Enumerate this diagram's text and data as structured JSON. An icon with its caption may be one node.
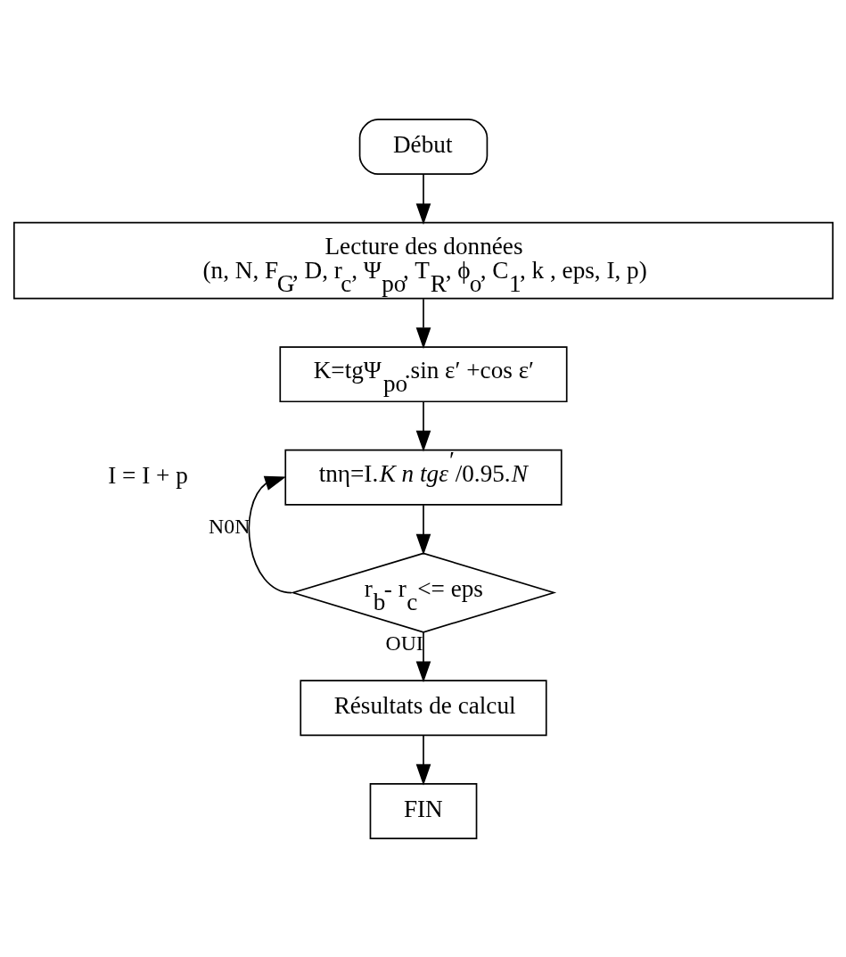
{
  "diagram": {
    "nodes": [
      {
        "text": [
          "Début"
        ]
      },
      {
        "text": [
          "Lecture des données",
          "(n, N, F$_{G}$, D, r$_{c}$, Ψ$_{po}$, T$_{R}$, ϕ$_{o}$, C$_{1}$, k , eps, I, p)"
        ]
      },
      {
        "text": [
          "K=tgΨ$_{po}$.sin ε′ +cos ε′"
        ]
      },
      {
        "text": [
          "tnη=I.*K n tgε*$^{′}$/0.95.*N*"
        ]
      },
      {
        "text": [
          "r$_{b}$- r$_{c}$<= eps"
        ]
      },
      {
        "text": [
          "Résultats de calcul"
        ]
      },
      {
        "text": [
          "FIN"
        ]
      }
    ],
    "edges": [
      {
        "from": 0,
        "to": 1,
        "arrow": "to"
      },
      {
        "from": 1,
        "to": 2,
        "arrow": "to"
      },
      {
        "from": 2,
        "to": 3,
        "arrow": "to"
      },
      {
        "from": 4,
        "to": 3,
        "arrow": "to",
        "label": "N0N"
      },
      {
        "from": 3,
        "to": 4,
        "arrow": "to"
      },
      {
        "from": 4,
        "to": 5,
        "arrow": "to",
        "label": "OUI"
      },
      {
        "from": 5,
        "to": 6,
        "arrow": "to"
      }
    ],
    "labels": [
      "I = I + p"
    ]
  }
}
